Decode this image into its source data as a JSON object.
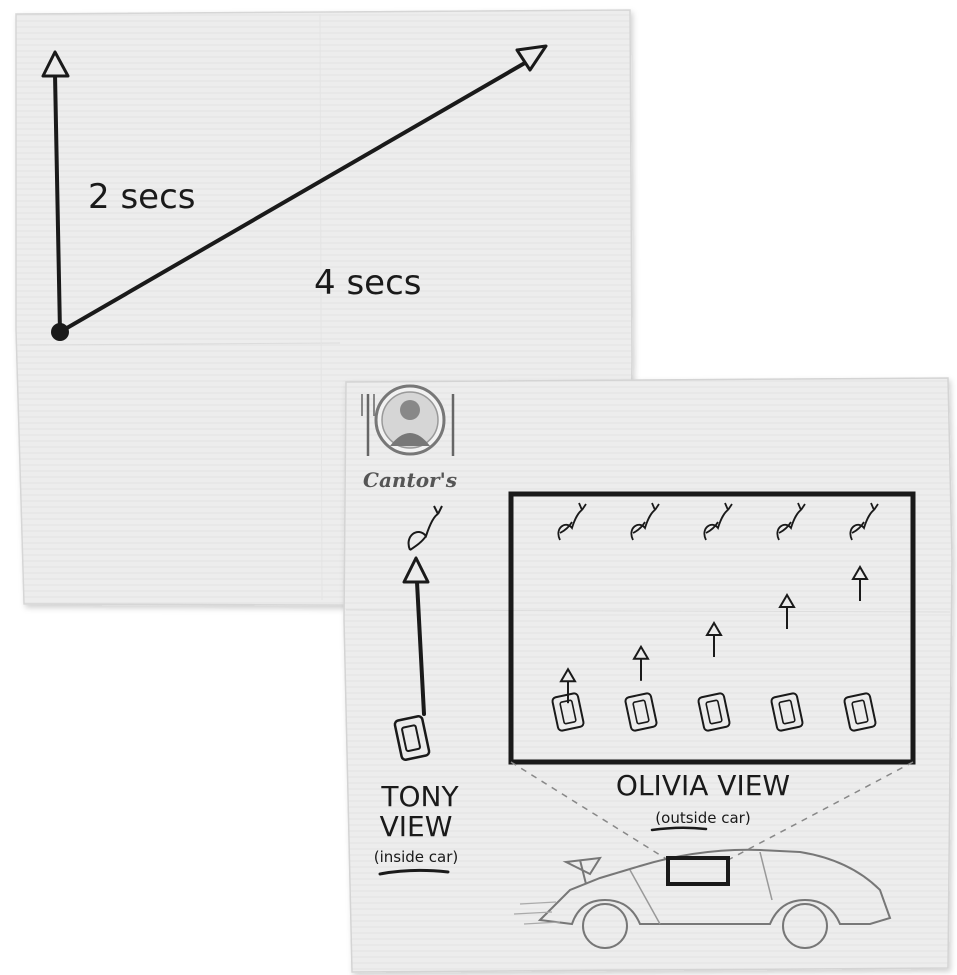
{
  "napkin_1": {
    "short_leg_label": "2 secs",
    "long_leg_label": "4 secs"
  },
  "napkin_2": {
    "brand": "Cantor's",
    "tony_view_line1": "TONY",
    "tony_view_line2": "VIEW",
    "tony_view_note": "(inside car)",
    "olivia_view_title": "OLIVIA VIEW",
    "olivia_view_note": "(outside car)",
    "screen_frames": [
      {
        "arrow_height": 0.22
      },
      {
        "arrow_height": 0.38
      },
      {
        "arrow_height": 0.55
      },
      {
        "arrow_height": 0.75
      },
      {
        "arrow_height": 0.95
      }
    ]
  },
  "colors": {
    "napkin": "#ececec",
    "ink": "#1a1a1a"
  }
}
